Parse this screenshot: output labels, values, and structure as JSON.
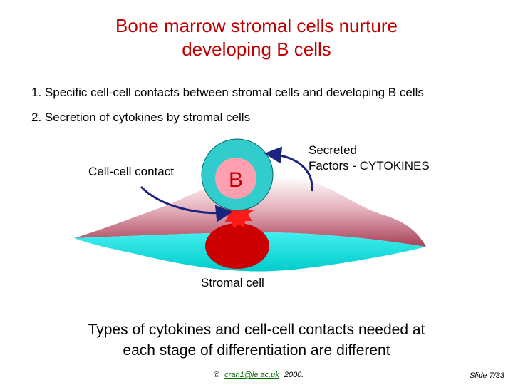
{
  "title": {
    "line1": "Bone marrow stromal cells nurture",
    "line2": "developing B cells"
  },
  "points": [
    "1. Specific cell-cell contacts between stromal cells and developing B cells",
    "2. Secretion of cytokines by stromal cells"
  ],
  "diagram": {
    "contact_label": "Cell-cell contact",
    "secreted_line1": "Secreted",
    "secreted_line2": "Factors - CYTOKINES",
    "b_cell_label": "B",
    "stromal_label": "Stromal cell",
    "colors": {
      "b_cell_outer": "#33cccc",
      "b_cell_inner": "#ff99aa",
      "b_label": "#c00000",
      "contact": "#ff0000",
      "stromal_nucleus": "#cc0000",
      "stromal_top": "#c06070",
      "stromal_bottom": "#22dddd",
      "arrow": "#1a237e"
    }
  },
  "footer": {
    "line1": "Types of cytokines and cell-cell contacts needed at",
    "line2": "each stage of differentiation are different"
  },
  "copyright": {
    "symbol": "©",
    "email": "crah1@le.ac.uk",
    "year": "2000."
  },
  "slide_number": "Slide 7/33"
}
